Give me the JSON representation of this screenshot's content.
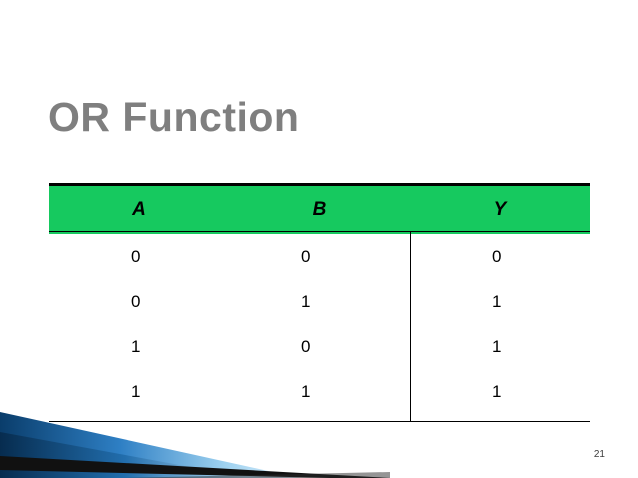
{
  "slide": {
    "title": "OR Function",
    "page_number": "21",
    "accent_color": "#16c95f",
    "true_value_color": "#ff0000",
    "title_color": "#7f7f7f"
  },
  "table": {
    "headers": [
      "A",
      "B",
      "Y"
    ],
    "rows": [
      {
        "a": "0",
        "b": "0",
        "y": "0",
        "y_highlight": false
      },
      {
        "a": "0",
        "b": "1",
        "y": "1",
        "y_highlight": true
      },
      {
        "a": "1",
        "b": "0",
        "y": "1",
        "y_highlight": true
      },
      {
        "a": "1",
        "b": "1",
        "y": "1",
        "y_highlight": true
      }
    ]
  }
}
